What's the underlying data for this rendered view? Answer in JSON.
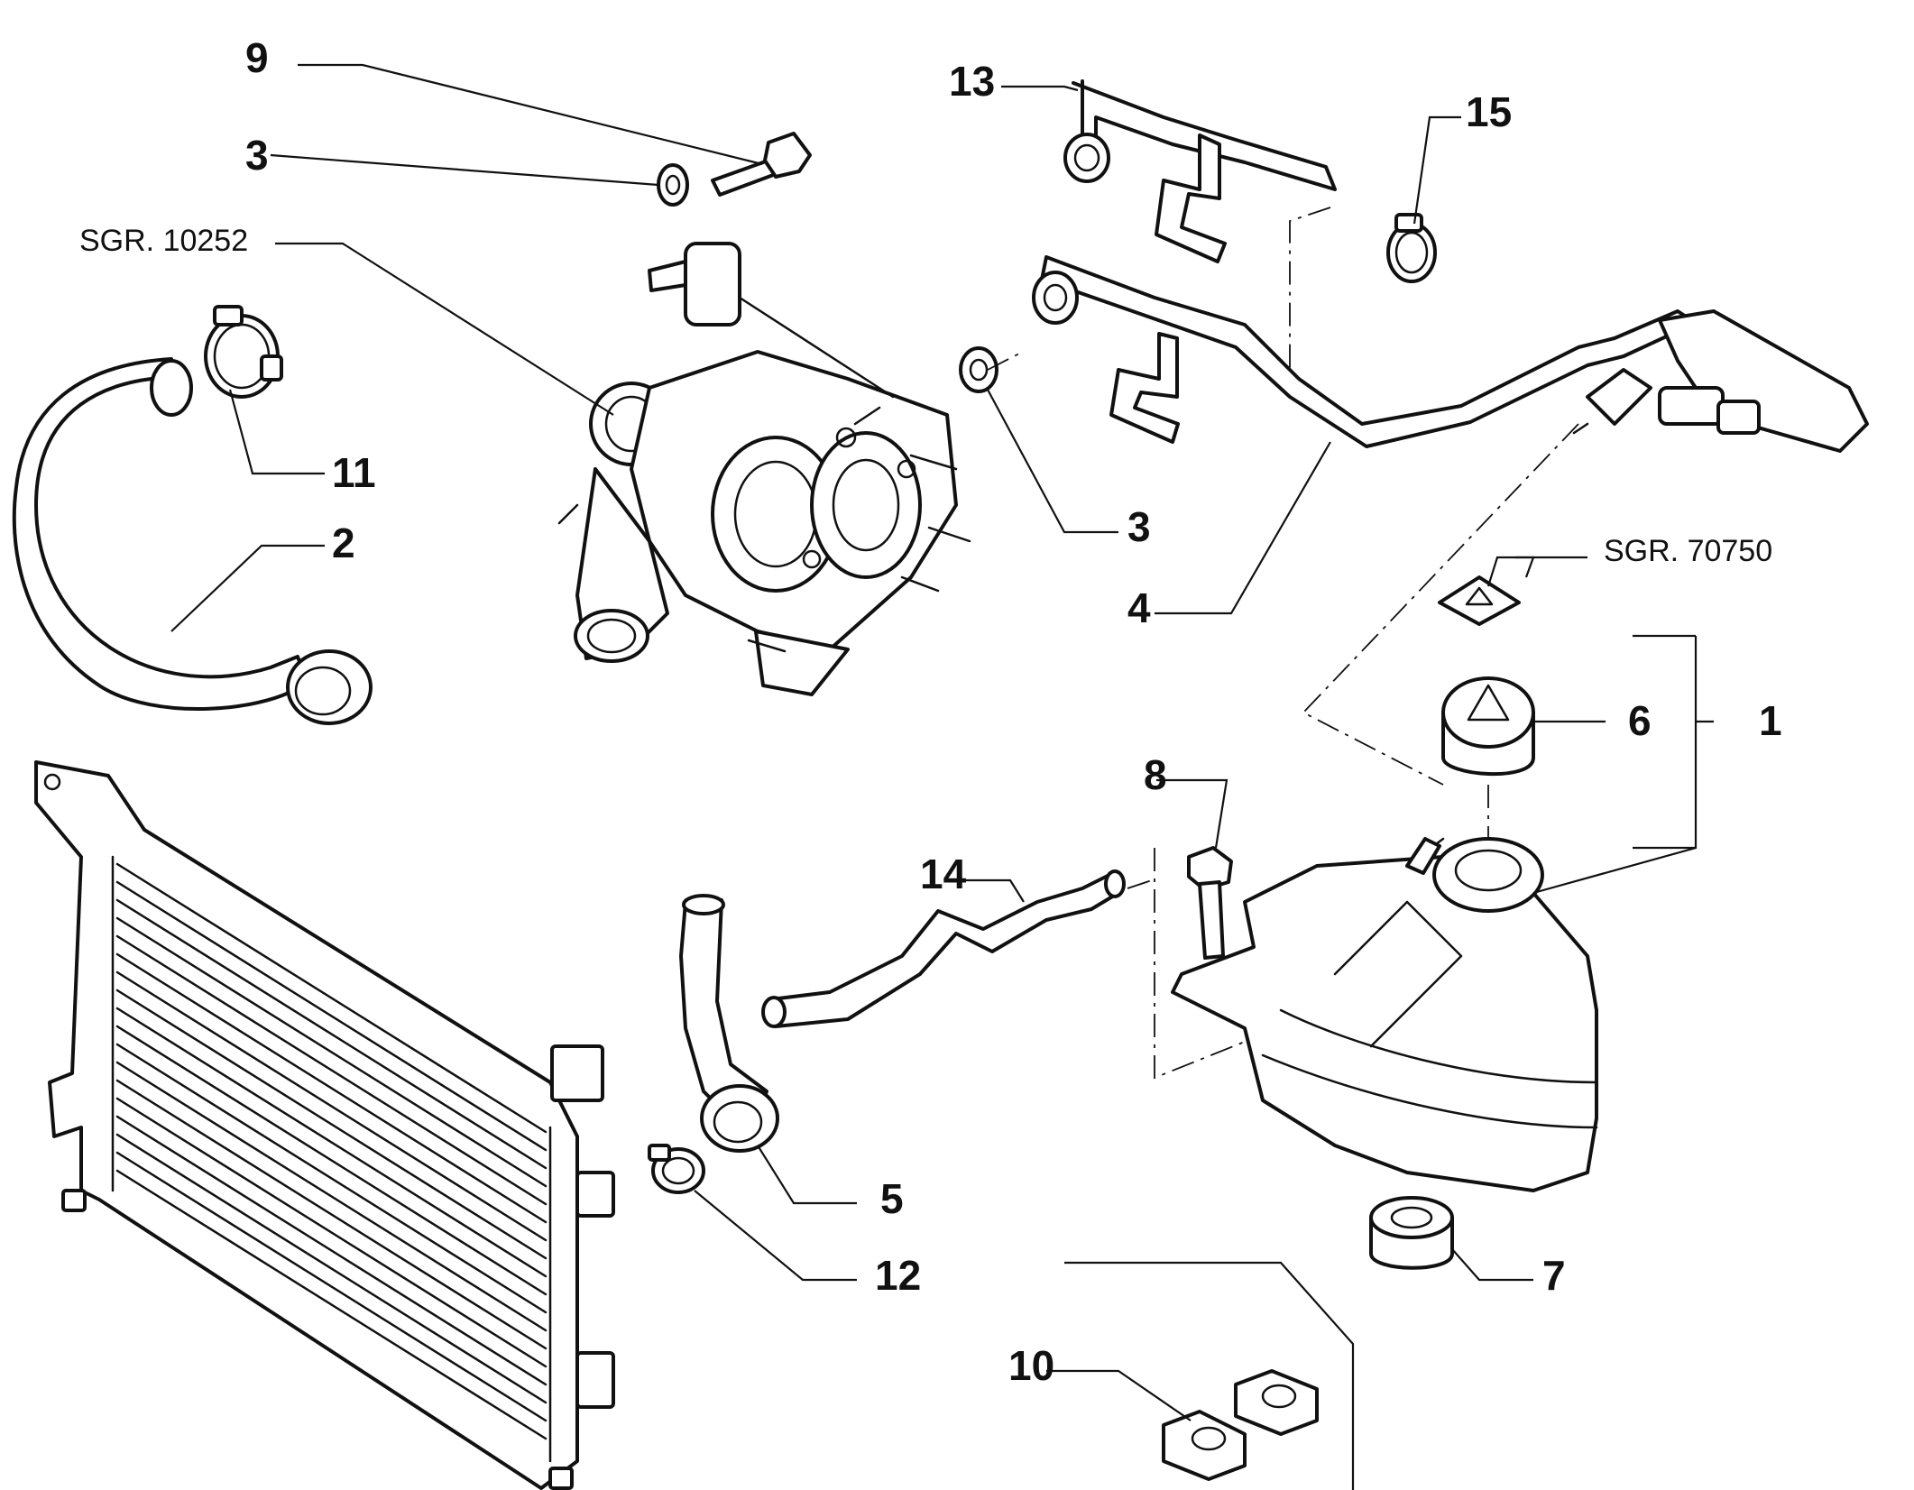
{
  "diagram": {
    "callouts": [
      {
        "id": "c9",
        "text": "9"
      },
      {
        "id": "c3a",
        "text": "3"
      },
      {
        "id": "c11",
        "text": "11"
      },
      {
        "id": "c2",
        "text": "2"
      },
      {
        "id": "c13",
        "text": "13"
      },
      {
        "id": "c15",
        "text": "15"
      },
      {
        "id": "c3b",
        "text": "3"
      },
      {
        "id": "c4",
        "text": "4"
      },
      {
        "id": "c6",
        "text": "6"
      },
      {
        "id": "c1",
        "text": "1"
      },
      {
        "id": "c8",
        "text": "8"
      },
      {
        "id": "c14",
        "text": "14"
      },
      {
        "id": "c5",
        "text": "5"
      },
      {
        "id": "c12",
        "text": "12"
      },
      {
        "id": "c7",
        "text": "7"
      },
      {
        "id": "c10",
        "text": "10"
      }
    ],
    "references": [
      {
        "id": "r10252",
        "text": "SGR. 10252"
      },
      {
        "id": "r70750",
        "text": "SGR. 70750"
      }
    ]
  },
  "colors": {
    "line": "#111111",
    "background": "#ffffff"
  }
}
